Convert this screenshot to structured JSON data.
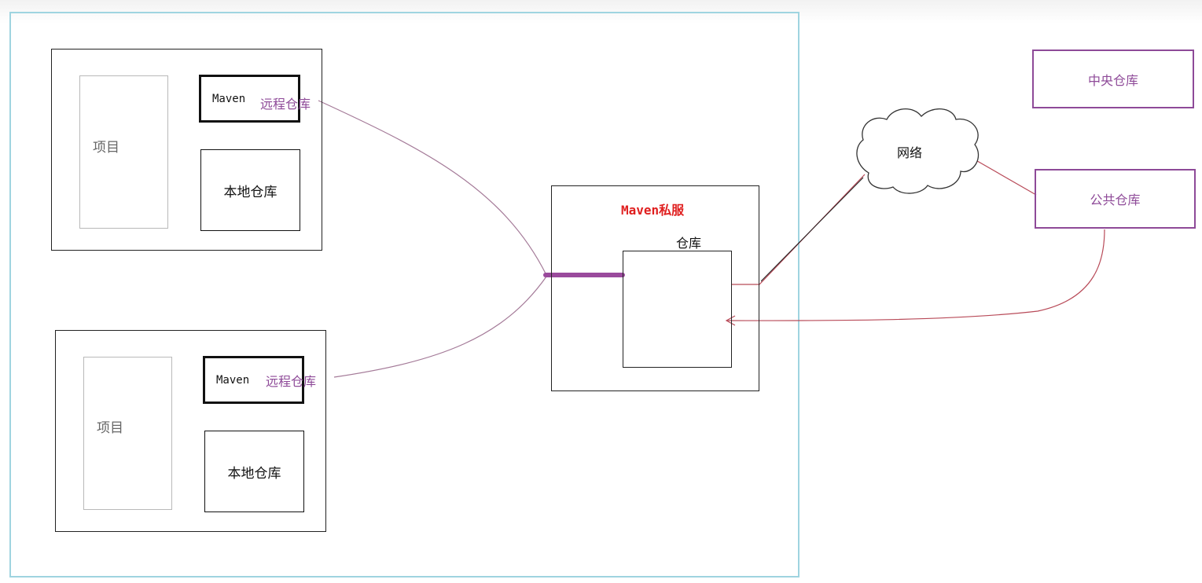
{
  "project_groups": [
    {
      "project_label": "项目",
      "maven_label": "Maven",
      "remote_repo_label": "远程仓库",
      "local_repo_label": "本地仓库"
    },
    {
      "project_label": "项目",
      "maven_label": "Maven",
      "remote_repo_label": "远程仓库",
      "local_repo_label": "本地仓库"
    }
  ],
  "private_server": {
    "title": "Maven私服",
    "repo_label": "仓库"
  },
  "network": {
    "label": "网络"
  },
  "central_repo": {
    "label": "中央仓库"
  },
  "public_repo": {
    "label": "公共仓库"
  },
  "colors": {
    "frame": "#9fd4e0",
    "accent_purple": "#8e4a98",
    "server_title_red": "#e02020",
    "link_line": "#a06a88"
  }
}
